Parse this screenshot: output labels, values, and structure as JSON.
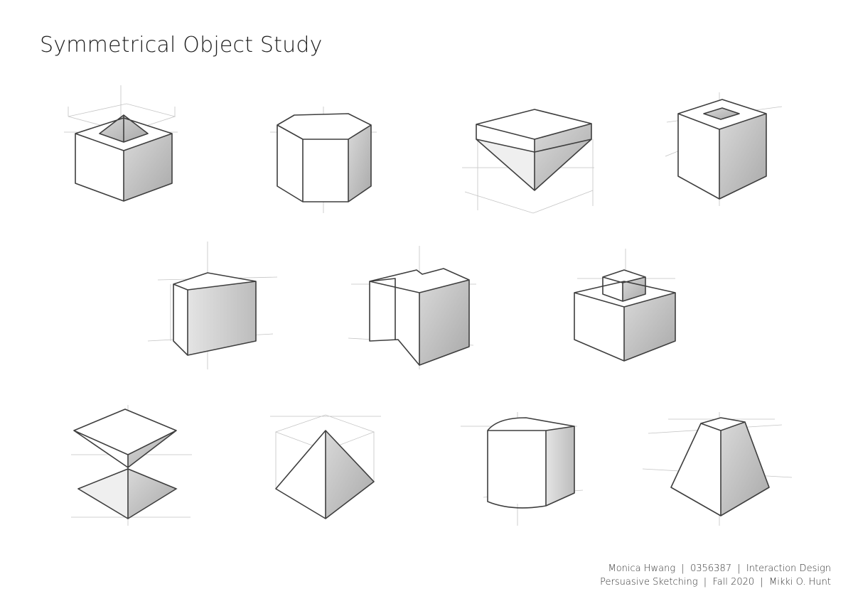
{
  "page": {
    "title": "Symmetrical Object Study"
  },
  "footer": {
    "line1": "Monica Hwang  |  0356387  |  Interaction Design",
    "line2": "Persuasive Sketching  |  Fall 2020  |  Mikki O. Hunt"
  },
  "colors": {
    "background": "#ffffff",
    "pencil": "#3e3e3e",
    "construction": "#c4c4c4",
    "shade_light": "#d4d4d4",
    "shade_dark": "#a9a9a9"
  },
  "sketches": [
    {
      "name": "cube with pyramid cavity",
      "icon": "cube-pyramid-cavity-icon"
    },
    {
      "name": "hexagonal prism",
      "icon": "hexagonal-prism-icon"
    },
    {
      "name": "wedge block",
      "icon": "wedge-block-icon"
    },
    {
      "name": "cube with square hole",
      "icon": "cube-square-hole-icon"
    },
    {
      "name": "tapered box",
      "icon": "tapered-box-icon"
    },
    {
      "name": "notched cube",
      "icon": "notched-cube-icon"
    },
    {
      "name": "stacked cubes",
      "icon": "stacked-cubes-icon"
    },
    {
      "name": "hourglass form",
      "icon": "hourglass-form-icon"
    },
    {
      "name": "pyramid in cube",
      "icon": "pyramid-in-cube-icon"
    },
    {
      "name": "rounded block",
      "icon": "rounded-block-icon"
    },
    {
      "name": "frustum",
      "icon": "frustum-icon"
    }
  ]
}
